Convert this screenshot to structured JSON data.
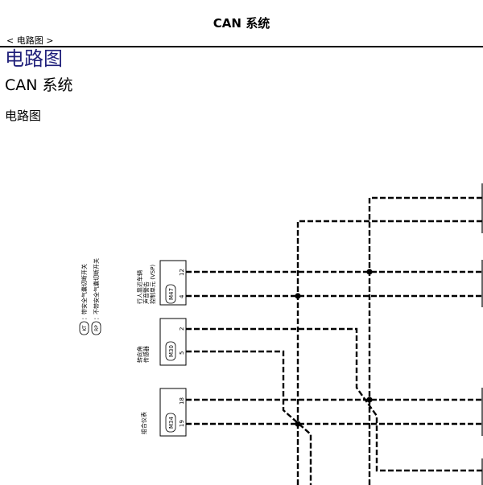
{
  "header": {
    "title": "CAN 系统",
    "breadcrumb": "< 电路图 >"
  },
  "page": {
    "title": "电路图",
    "subtitle": "CAN 系统",
    "section_heading": "电路图"
  },
  "legend": [
    {
      "code": "KT",
      "text": "：带安全气囊切断开关"
    },
    {
      "code": "RP",
      "text": "：不带安全气囊切断开关"
    }
  ],
  "modules": [
    {
      "label": "行人靠近车辆\n声音警告\n控制单元 (VSP)",
      "connector": "M47",
      "pins": [
        "12",
        "4"
      ]
    },
    {
      "label": "转向角\n传感器",
      "connector": "M30",
      "pins": [
        "2",
        "5"
      ]
    },
    {
      "label": "组合仪表",
      "connector": "M34",
      "pins": [
        "18",
        "19"
      ]
    }
  ],
  "colors": {
    "title_blue": "#1f1f7a",
    "line": "#000000"
  }
}
